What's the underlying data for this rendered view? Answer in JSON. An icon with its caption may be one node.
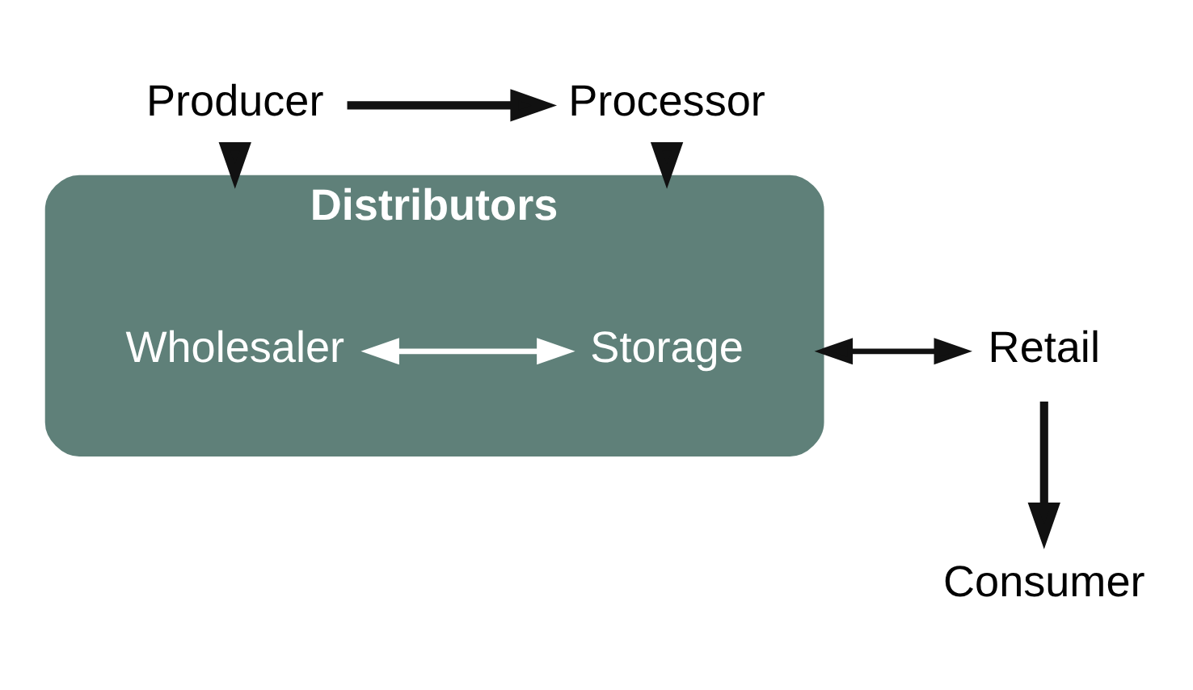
{
  "diagram": {
    "nodes": [
      {
        "text": [
          "Producer"
        ]
      },
      {
        "text": [
          "Processor"
        ]
      },
      {
        "text": [
          "Distributors"
        ]
      },
      {
        "text": [
          "Wholesaler"
        ],
        "in": 2
      },
      {
        "text": [
          "Storage"
        ],
        "in": 2
      },
      {
        "text": [
          "Retail"
        ]
      },
      {
        "text": [
          "Consumer"
        ]
      }
    ],
    "edges": [
      {
        "from": 0,
        "to": 1,
        "arrow": "to"
      },
      {
        "from": 0,
        "to": 2,
        "arrow": "to"
      },
      {
        "from": 1,
        "to": 2,
        "arrow": "to"
      },
      {
        "from": 3,
        "to": 4,
        "arrow": "both",
        "color": "#ffffff"
      },
      {
        "from": 2,
        "to": 5,
        "arrow": "both"
      },
      {
        "from": 5,
        "to": 6,
        "arrow": "to"
      }
    ]
  }
}
